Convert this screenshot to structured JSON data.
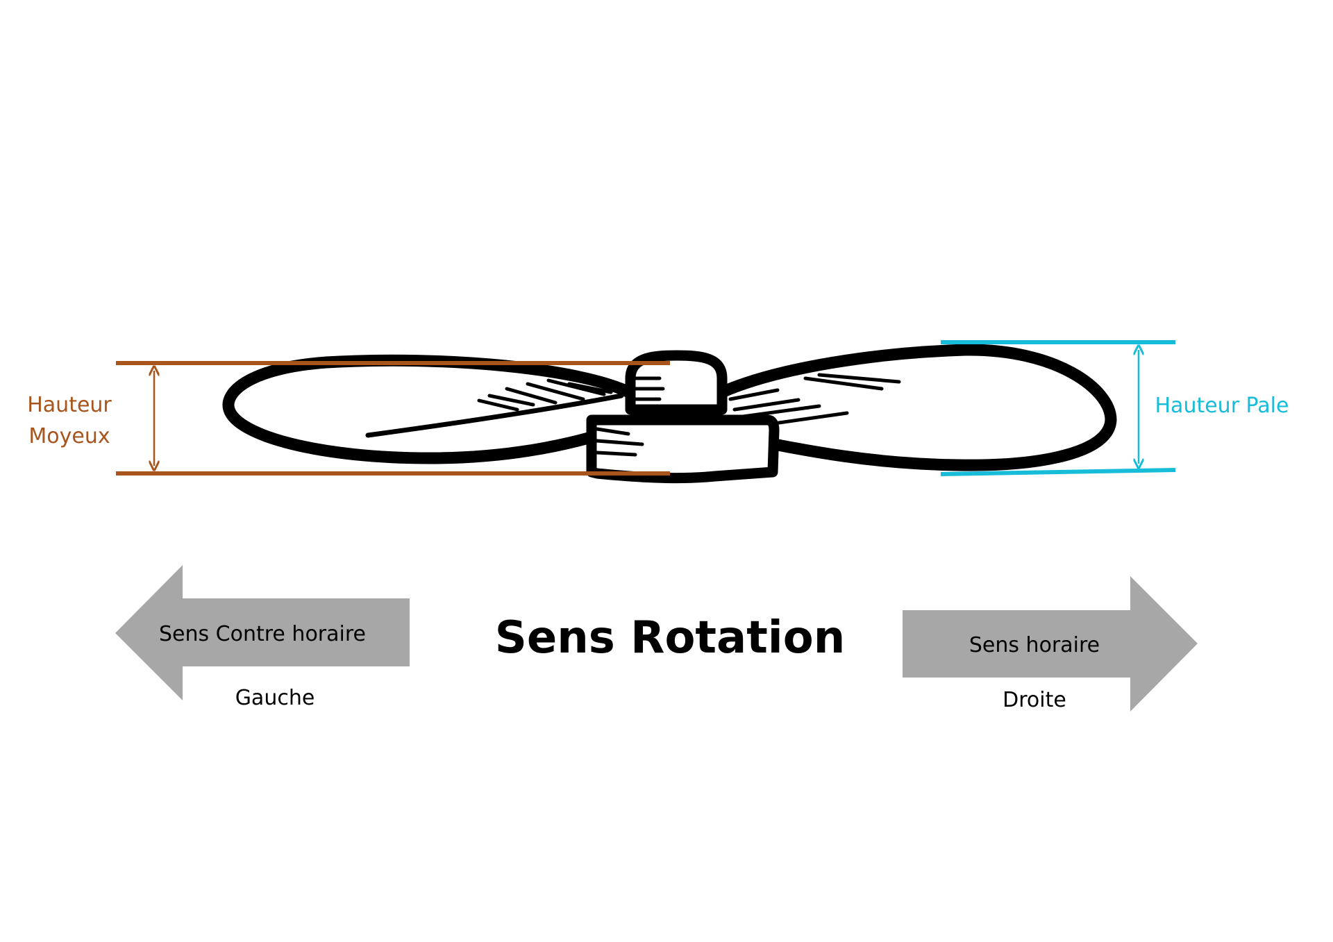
{
  "hub_height": {
    "label_line1": "Hauteur",
    "label_line2": "Moyeux",
    "color": "#a8541c"
  },
  "blade_height": {
    "label": "Hauteur Pale",
    "color": "#17bcd9"
  },
  "title": "Sens Rotation",
  "left_arrow": {
    "label": "Sens Contre horaire",
    "caption": "Gauche",
    "color": "#a7a7a7"
  },
  "right_arrow": {
    "label": "Sens horaire",
    "caption": "Droite",
    "color": "#a7a7a7"
  },
  "icons": {
    "propeller": "propeller-sketch-icon"
  }
}
